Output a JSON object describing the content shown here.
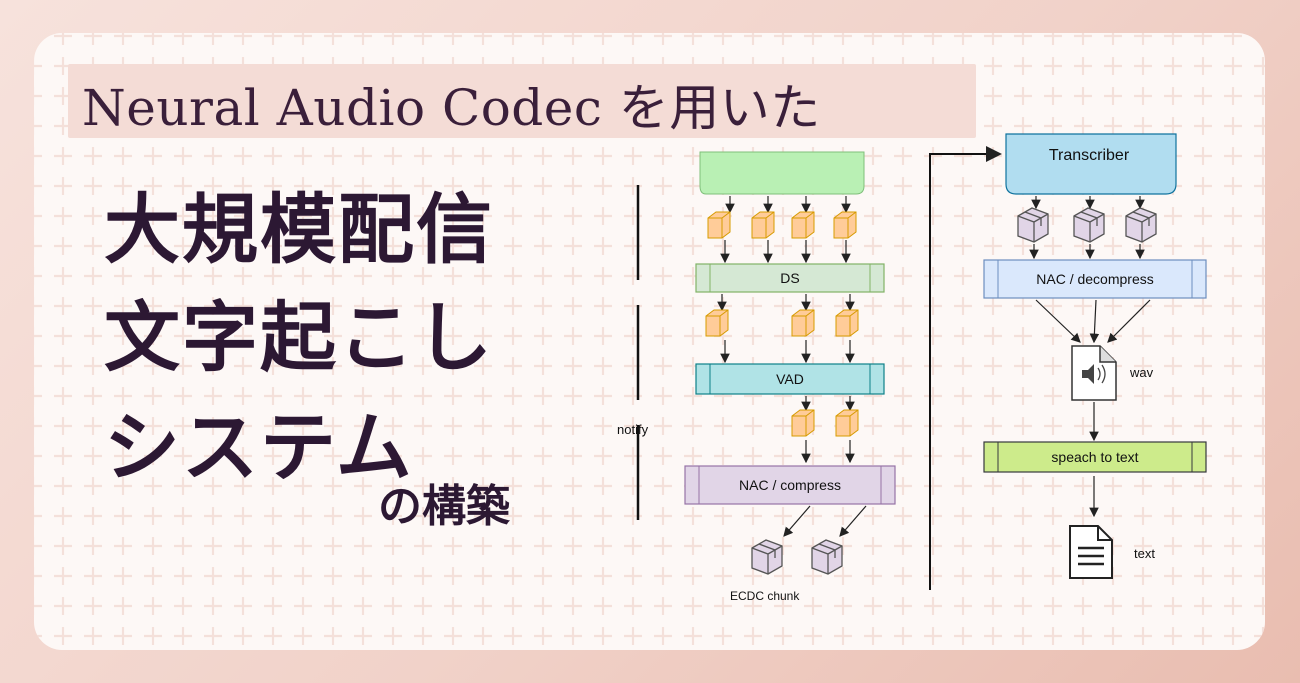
{
  "title": "Neural Audio Codec を用いた",
  "headline": {
    "line1": "大規模配信",
    "line2": "文字起こし",
    "line3": "システム",
    "suffix": "の構築"
  },
  "diagram": {
    "left_column": {
      "stages": [
        "DS",
        "VAD",
        "NAC / compress"
      ],
      "output_label": "ECDC chunk"
    },
    "divider_label": "notify",
    "right_column": {
      "header": "Transcriber",
      "stages": [
        "NAC / decompress",
        "speach to text"
      ],
      "wav_label": "wav",
      "text_label": "text"
    }
  },
  "colors": {
    "ds": "#d5e8d4",
    "vad": "#b0e3e6",
    "nac_compress": "#e1d5e7",
    "transcriber": "#b1ddf0",
    "nac_decompress": "#dae8fc",
    "stt": "#cdeb8b",
    "chunk": "#ffcc99",
    "title_text": "#3a1f3a",
    "headline_text": "#2c1833"
  }
}
